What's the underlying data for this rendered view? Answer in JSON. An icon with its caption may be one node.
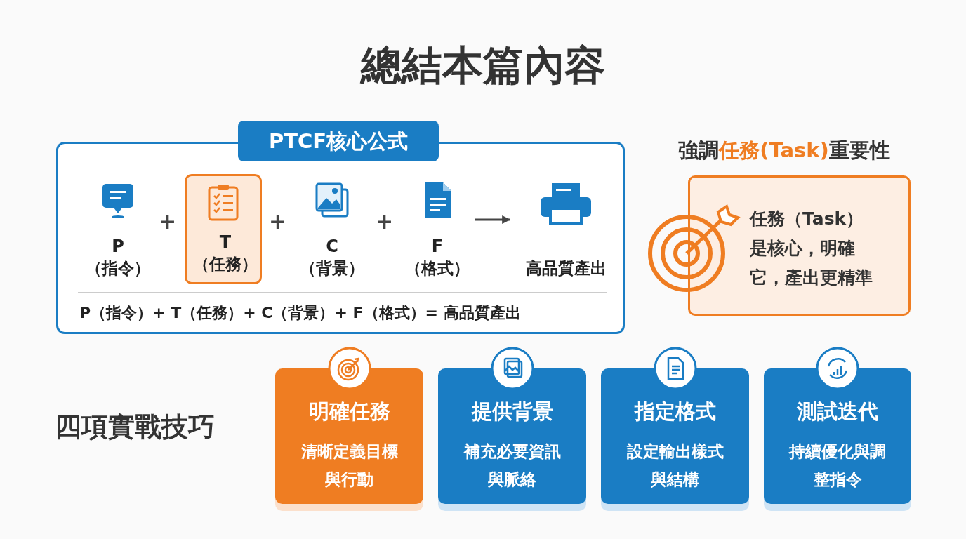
{
  "diagram": {
    "title": "總結本篇內容",
    "nodes": [
      {
        "text": [
          "PTCF核心公式"
        ]
      },
      {
        "text": [
          "P",
          "（指令）"
        ],
        "in": 0
      },
      {
        "text": [
          "T",
          "（任務）"
        ],
        "in": 0
      },
      {
        "text": [
          "C",
          "（背景）"
        ],
        "in": 0
      },
      {
        "text": [
          "F",
          "（格式）"
        ],
        "in": 0
      },
      {
        "text": [
          "高品質產出"
        ],
        "in": 0
      },
      {
        "text": [
          "強調**任務(Task)**重要性",
          "任務（Task）是核心，明確它，產出更精準"
        ]
      },
      {
        "text": [
          "明確任務",
          "清晰定義目標與行動"
        ]
      },
      {
        "text": [
          "提供背景",
          "補充必要資訊與脈絡"
        ]
      },
      {
        "text": [
          "指定格式",
          "設定輸出樣式與結構"
        ]
      },
      {
        "text": [
          "測試迭代",
          "持續優化與調整指令"
        ]
      }
    ],
    "edges": [
      {
        "from": 4,
        "to": 5,
        "arrow": "to"
      }
    ],
    "labels": [
      "+",
      "+",
      "+",
      "P（指令）+ T（任務）+ C（背景）+ F（格式）= 高品質產出",
      "四項實戰技巧"
    ]
  }
}
